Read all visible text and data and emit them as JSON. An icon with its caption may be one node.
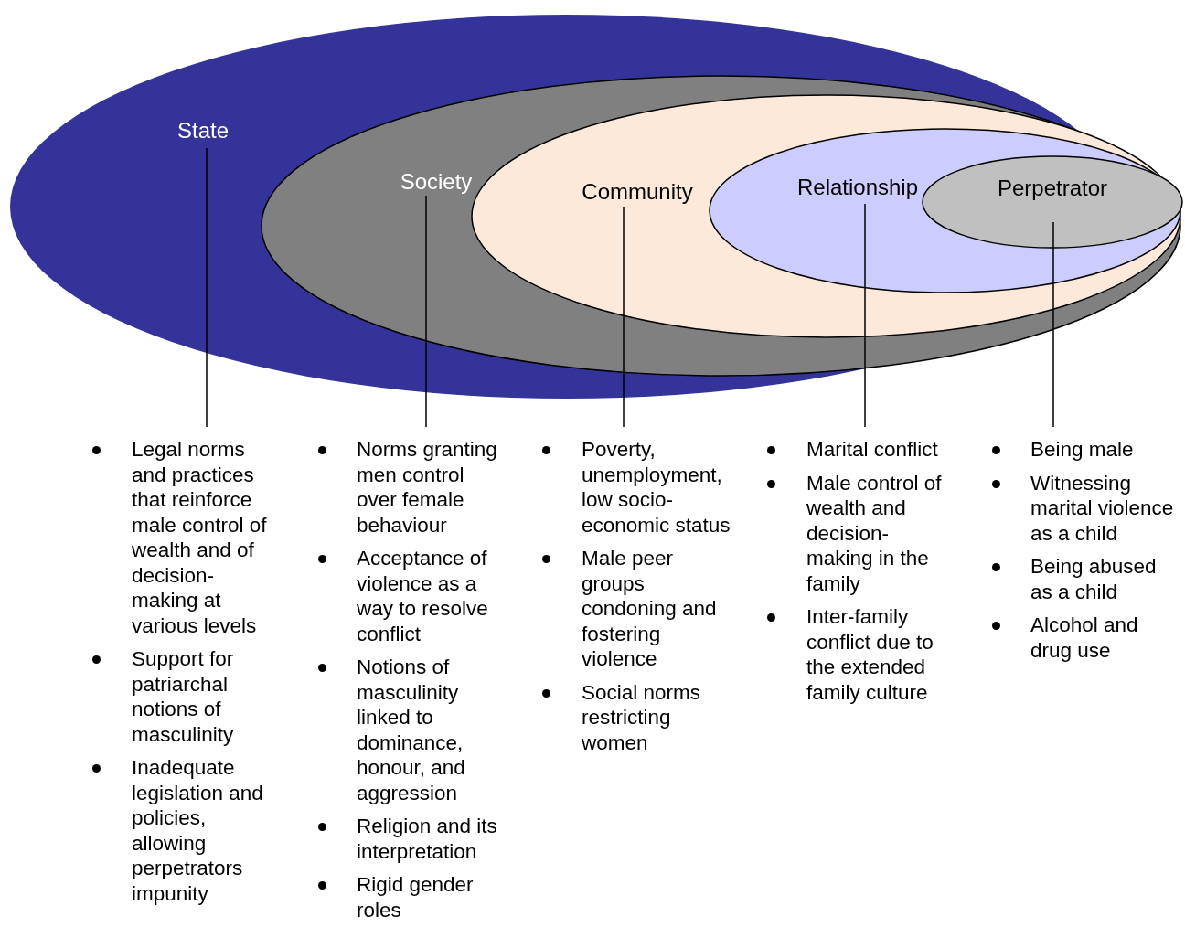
{
  "diagram": {
    "nodes": [
      {
        "text": [
          "State"
        ]
      },
      {
        "text": [
          "Society"
        ]
      },
      {
        "text": [
          "Community"
        ],
        "in": 1
      },
      {
        "text": [
          "Relationship"
        ],
        "in": 2
      },
      {
        "text": [
          "Perpetrator"
        ],
        "in": 3
      },
      {
        "text": [
          "Legal norms and practices that reinforce male control of wealth and of decision-making at various levels",
          "Support for patriarchal notions of masculinity",
          "Inadequate legislation and policies, allowing perpetrators impunity"
        ]
      },
      {
        "text": [
          "Norms granting men control over female behaviour",
          "Acceptance of violence as a way to resolve conflict",
          "Notions of masculinity linked to dominance, honour, and aggression",
          "Religion and its interpretation",
          "Rigid gender roles"
        ]
      },
      {
        "text": [
          "Poverty, unemployment, low socio-economic status",
          "Male peer groups condoning and fostering violence",
          "Social norms restricting women"
        ]
      },
      {
        "text": [
          "Marital conflict",
          "Male control of wealth and decision-making in the family",
          "Inter-family conflict due to the extended family culture"
        ]
      },
      {
        "text": [
          "Being male",
          "Witnessing marital violence as a child",
          "Being abused as a child",
          "Alcohol and drug use"
        ]
      }
    ],
    "edges": [
      {
        "from": 0,
        "to": 5,
        "arrow": "none"
      },
      {
        "from": 1,
        "to": 6,
        "arrow": "none"
      },
      {
        "from": 2,
        "to": 7,
        "arrow": "none"
      },
      {
        "from": 3,
        "to": 8,
        "arrow": "none"
      },
      {
        "from": 4,
        "to": 9,
        "arrow": "none"
      }
    ]
  }
}
